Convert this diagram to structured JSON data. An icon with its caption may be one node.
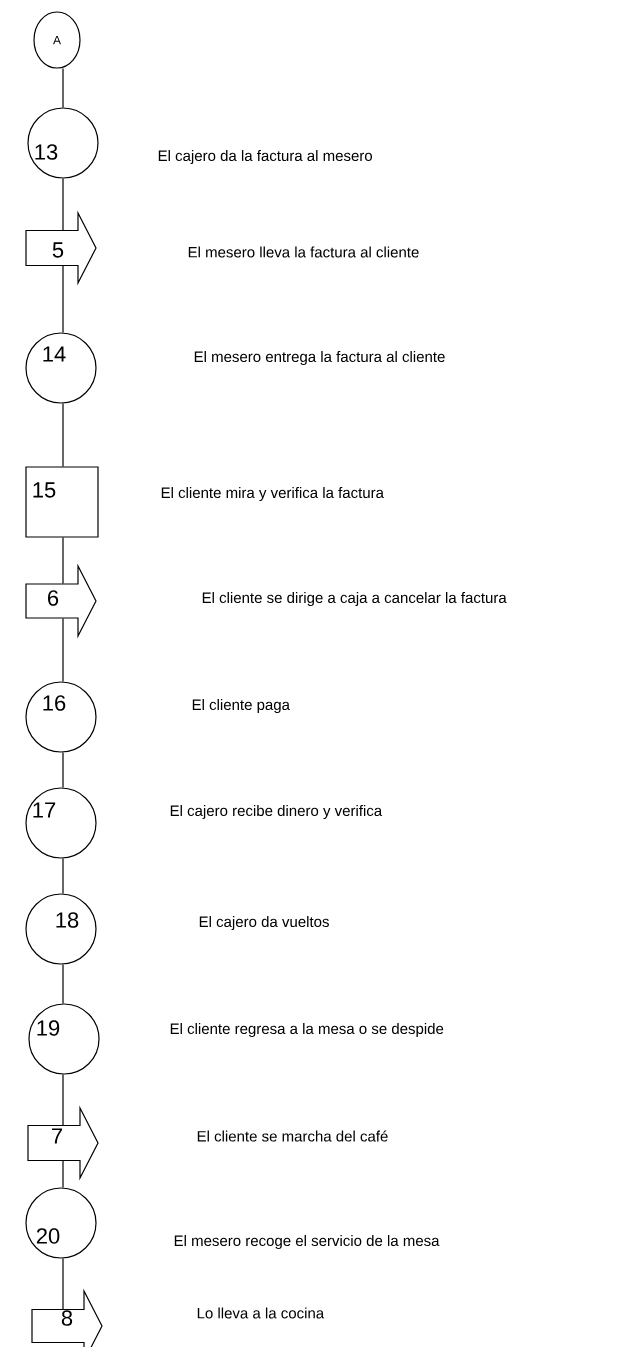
{
  "diagram": {
    "nodes": [
      {
        "text": [
          "A"
        ]
      },
      {
        "text": [
          "13"
        ]
      },
      {
        "text": [
          "5"
        ]
      },
      {
        "text": [
          "14"
        ]
      },
      {
        "text": [
          "15"
        ]
      },
      {
        "text": [
          "6"
        ]
      },
      {
        "text": [
          "16"
        ]
      },
      {
        "text": [
          "17"
        ]
      },
      {
        "text": [
          "18"
        ]
      },
      {
        "text": [
          "19"
        ]
      },
      {
        "text": [
          "7"
        ]
      },
      {
        "text": [
          "20"
        ]
      },
      {
        "text": [
          "8"
        ]
      }
    ],
    "edges": [
      {
        "from": 0,
        "to": 1,
        "arrow": "none"
      },
      {
        "from": 1,
        "to": 2,
        "arrow": "none"
      },
      {
        "from": 2,
        "to": 3,
        "arrow": "none"
      },
      {
        "from": 3,
        "to": 4,
        "arrow": "none"
      },
      {
        "from": 4,
        "to": 5,
        "arrow": "none"
      },
      {
        "from": 5,
        "to": 6,
        "arrow": "none"
      },
      {
        "from": 6,
        "to": 7,
        "arrow": "none"
      },
      {
        "from": 7,
        "to": 8,
        "arrow": "none"
      },
      {
        "from": 8,
        "to": 9,
        "arrow": "none"
      },
      {
        "from": 9,
        "to": 10,
        "arrow": "none"
      },
      {
        "from": 10,
        "to": 11,
        "arrow": "none"
      },
      {
        "from": 11,
        "to": 12,
        "arrow": "none"
      }
    ],
    "labels": [
      "El cajero da la factura al mesero",
      "El mesero lleva la factura al cliente",
      "El mesero entrega la factura al cliente",
      "El cliente mira y verifica la factura",
      "El cliente se dirige a caja a cancelar la factura",
      "El cliente paga",
      "El cajero recibe dinero y verifica",
      "El cajero da vueltos",
      "El cliente regresa a la mesa o se despide",
      "El cliente se marcha del café",
      "El mesero recoge el servicio de la mesa",
      "Lo lleva a la cocina"
    ]
  }
}
